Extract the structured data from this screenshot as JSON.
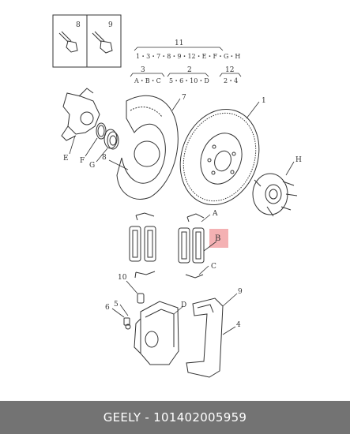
{
  "header_box": {
    "left_callout": "8",
    "right_callout": "9"
  },
  "kits": [
    {
      "number": "11",
      "contents": "1・3・7・8・9・12・E・F・G・H"
    },
    {
      "number": "3",
      "contents": "A・B・C"
    },
    {
      "number": "2",
      "contents": "5・6・10・D"
    },
    {
      "number": "12",
      "contents": "2・4"
    }
  ],
  "callouts": {
    "one": "1",
    "seven": "7",
    "E": "E",
    "F": "F",
    "G": "G",
    "eight": "8",
    "H": "H",
    "A": "A",
    "B": "B",
    "C": "C",
    "ten": "10",
    "six": "6",
    "five": "5",
    "D": "D",
    "nine": "9",
    "four": "4"
  },
  "highlight_color": "#f2a3a6",
  "footer": {
    "text": "GEELY - 101402005959"
  }
}
